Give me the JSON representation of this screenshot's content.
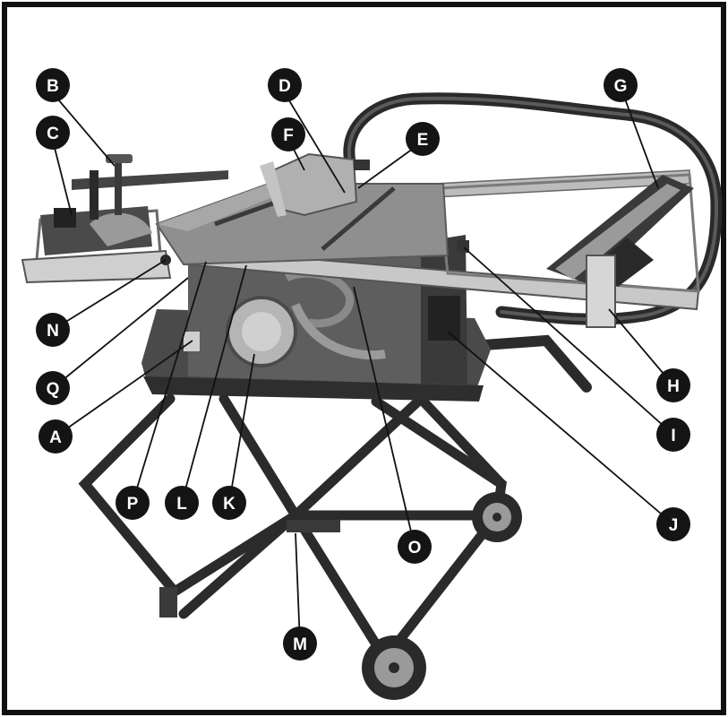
{
  "diagram": {
    "colors": {
      "frame": "#111111",
      "callout_fill": "#141414",
      "callout_text": "#ffffff",
      "leader": "#111111",
      "machine_dark": "#262626",
      "machine_mid": "#6d6d6d",
      "machine_light": "#bdbdbd",
      "table_top": "#8f8f8f"
    },
    "callouts": [
      {
        "id": "A",
        "label": "A"
      },
      {
        "id": "B",
        "label": "B"
      },
      {
        "id": "C",
        "label": "C"
      },
      {
        "id": "D",
        "label": "D"
      },
      {
        "id": "E",
        "label": "E"
      },
      {
        "id": "F",
        "label": "F"
      },
      {
        "id": "G",
        "label": "G"
      },
      {
        "id": "H",
        "label": "H"
      },
      {
        "id": "I",
        "label": "I"
      },
      {
        "id": "J",
        "label": "J"
      },
      {
        "id": "K",
        "label": "K"
      },
      {
        "id": "L",
        "label": "L"
      },
      {
        "id": "M",
        "label": "M"
      },
      {
        "id": "N",
        "label": "N"
      },
      {
        "id": "O",
        "label": "O"
      },
      {
        "id": "P",
        "label": "P"
      },
      {
        "id": "Q",
        "label": "Q"
      }
    ]
  }
}
